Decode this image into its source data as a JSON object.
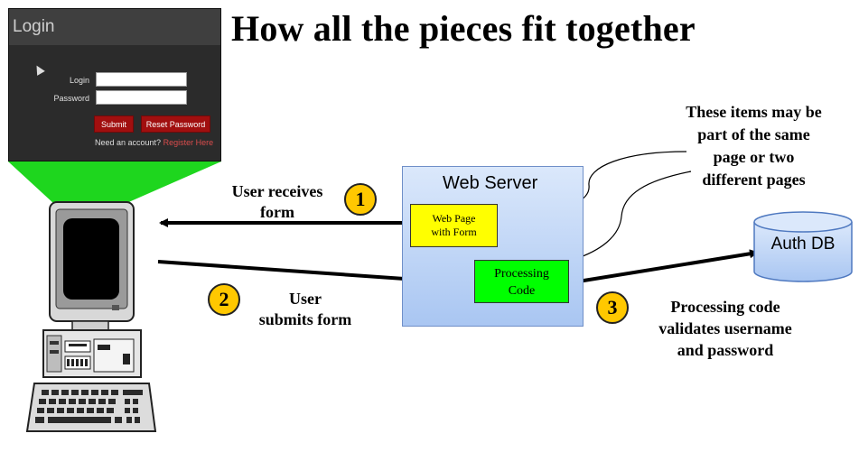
{
  "title": "How all the pieces fit together",
  "login_mock": {
    "header": "Login",
    "fields": [
      {
        "label": "Login"
      },
      {
        "label": "Password"
      }
    ],
    "buttons": {
      "submit": "Submit",
      "reset": "Reset Password"
    },
    "account_prompt": "Need an account?",
    "register_link": "Register Here"
  },
  "server": {
    "title": "Web Server",
    "web_page_lines": [
      "Web Page",
      "with Form"
    ],
    "processing_lines": [
      "Processing",
      "Code"
    ]
  },
  "database": {
    "label": "Auth DB"
  },
  "steps": [
    {
      "number": "1",
      "lines": [
        "User receives",
        "form"
      ]
    },
    {
      "number": "2",
      "lines": [
        "User",
        "submits form"
      ]
    },
    {
      "number": "3",
      "lines": [
        "Processing code",
        "validates username",
        "and password"
      ]
    }
  ],
  "note_lines": [
    "These items may be",
    "part of the same",
    "page or two",
    "different pages"
  ],
  "colors": {
    "step_fill": "#ffc800",
    "web_page_fill": "#ffff00",
    "processing_fill": "#00ff00",
    "db_fill": "#a9c6f2",
    "button_red": "#a10f0f",
    "beam_green": "#1ed61e"
  }
}
